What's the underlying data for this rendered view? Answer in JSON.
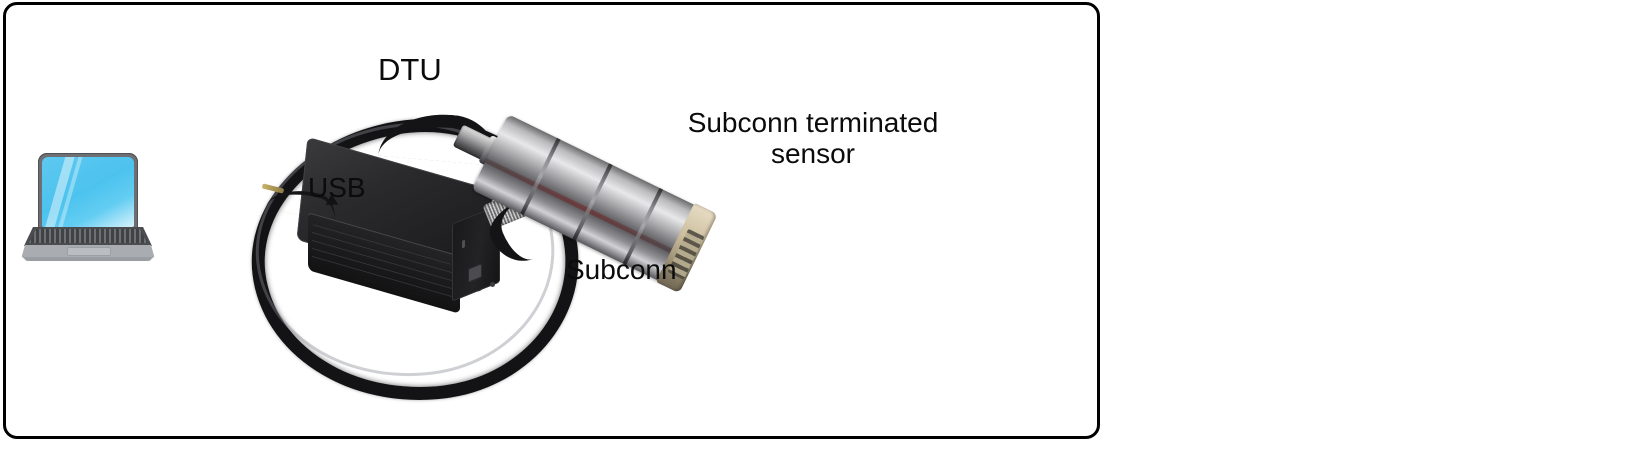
{
  "figure": {
    "title": "DTU connected to Subconn terminated sensor",
    "frame_border_color": "#000000",
    "background_color": "#ffffff"
  },
  "labels": {
    "dtu": "DTU",
    "sensor": "Subconn terminated sensor",
    "usb": "USB",
    "subconn": "Subconn"
  },
  "components": {
    "laptop": {
      "name": "laptop",
      "screen_color": "#4cc3ee",
      "body_color": "#6d6f72",
      "palm_rest_color": "#a9acb0"
    },
    "dtu_box": {
      "name": "DTU enclosure",
      "color": "#202022"
    },
    "cable": {
      "name": "Subconn cable",
      "color": "#131315"
    },
    "sensor": {
      "name": "Subconn terminated sensor",
      "body_color": "#b9b9bb",
      "cap_color": "#cdbf9f"
    },
    "usb_pigtail": {
      "name": "USB cable",
      "color": "#151517",
      "tip_color": "#cbb36a"
    }
  }
}
